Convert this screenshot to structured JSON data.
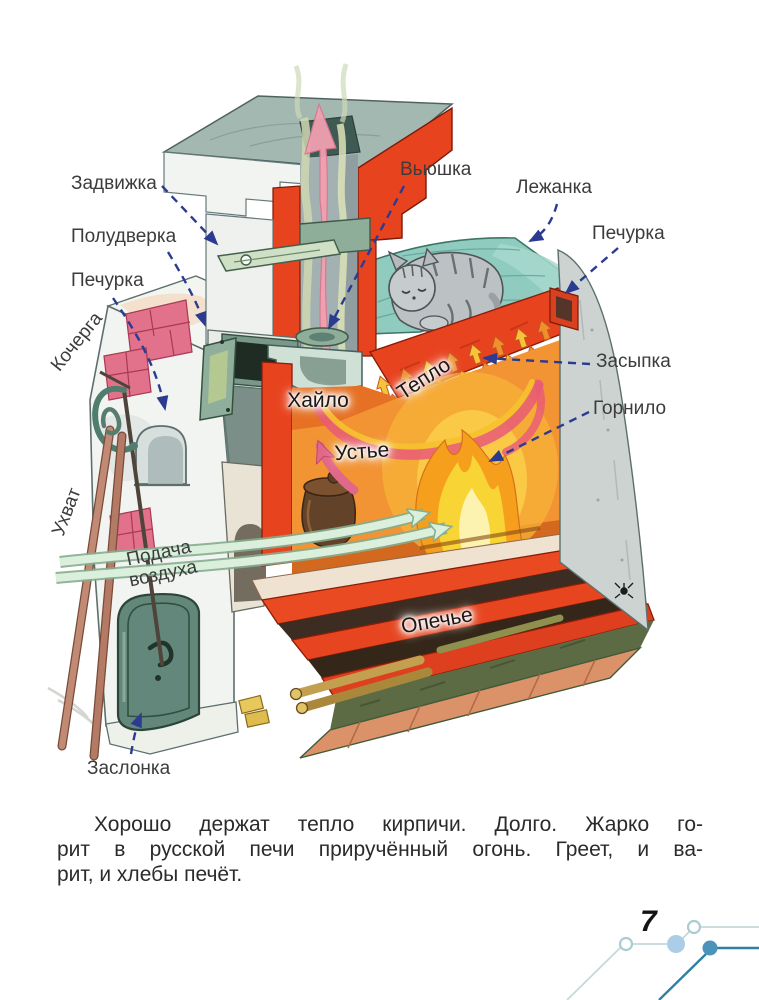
{
  "figure": {
    "labels": {
      "zadvizhka": "Задвижка",
      "poludverka": "Полудверка",
      "pechurka_left": "Печурка",
      "kocherga": "Кочерга",
      "ukhvat": "Ухват",
      "podacha_vozdukha": "Подача\nвоздуха",
      "vyushka": "Вьюшка",
      "lezhanka": "Лежанка",
      "pechurka_right": "Печурка",
      "zasypka": "Засыпка",
      "gornilo": "Горнило",
      "khaylo": "Хайло",
      "teplo": "Тепло",
      "ustye": "Устье",
      "opechye": "Опечье",
      "zaslonka": "Заслонка"
    },
    "colors": {
      "callout_arrow": "#2c3b92",
      "label_text": "#3c3c3c",
      "stove_red": "#e8431f",
      "bedding_teal": "#8fccbf",
      "hearth_orange": "#f29433",
      "fire_yellow": "#f8d435",
      "door_green": "#63877a",
      "air_arrow_green": "#daf0dc"
    }
  },
  "caption": {
    "line1": "Хорошо держат тепло кирпичи. Долго. Жарко го-",
    "line2": "рит в русской печи приручённый огонь. Греет, и ва-",
    "line3": "рит, и хлебы печёт."
  },
  "page_number": "7",
  "decoration": {
    "line_light": "#c6d8d8",
    "line_dark": "#2f81a4",
    "circle_light_fill": "#abcde7",
    "circle_dark_fill": "#4b93ba"
  }
}
